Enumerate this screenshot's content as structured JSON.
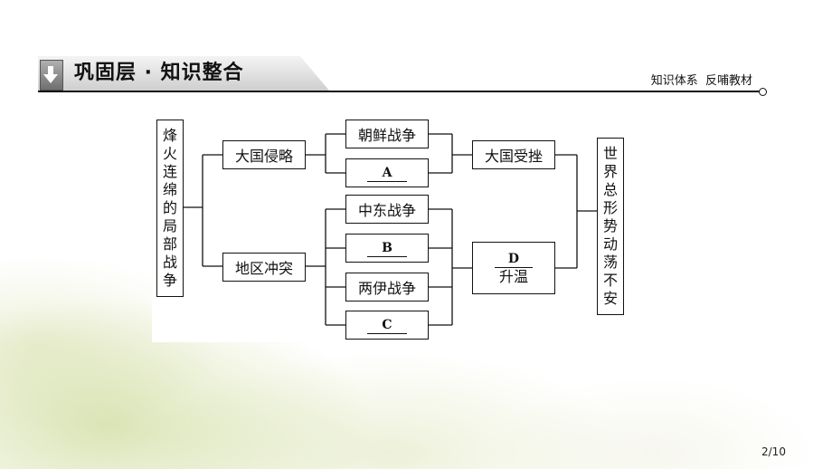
{
  "header": {
    "title": "巩固层 · 知识整合",
    "subtitle": "知识体系  反哺教材"
  },
  "diagram": {
    "root": "烽火连绵的局部战争",
    "branch_1": "大国侵略",
    "branch_2": "地区冲突",
    "war_1": "朝鲜战争",
    "blank_a": "A",
    "war_2": "中东战争",
    "blank_b": "B",
    "war_3": "两伊战争",
    "blank_c": "C",
    "result_1": "大国受挫",
    "blank_d": "D",
    "result_2_suffix": "升温",
    "conclusion": "世界总形势动荡不安"
  },
  "page_number": "2/10"
}
